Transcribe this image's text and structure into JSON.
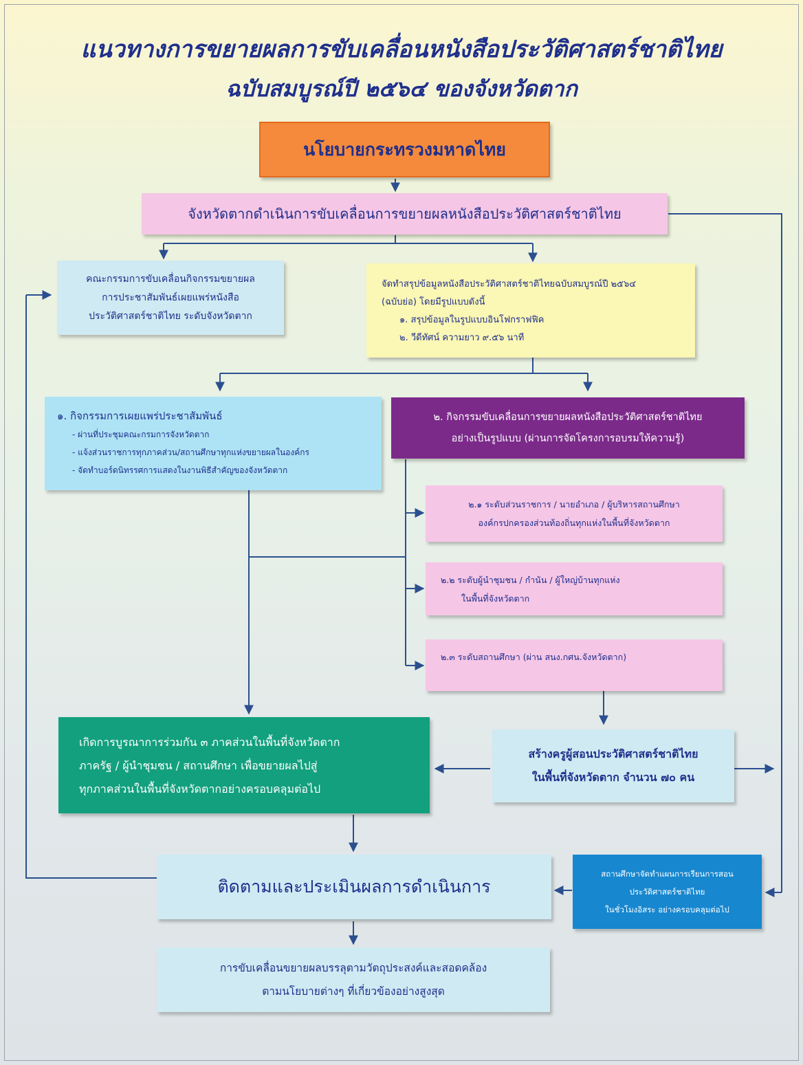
{
  "title": {
    "line1": "แนวทางการขยายผลการขับเคลื่อนหนังสือประวัติศาสตร์ชาติไทย",
    "line2": "ฉบับสมบูรณ์ปี ๒๕๖๔ ของจังหวัดตาก"
  },
  "nodes": {
    "policy": {
      "text": "นโยบายกระทรวงมหาดไทย"
    },
    "province": {
      "text": "จังหวัดตากดำเนินการขับเคลื่อนการขยายผลหนังสือประวัติศาสตร์ชาติไทย"
    },
    "committee": {
      "lines": [
        "คณะกรรมการขับเคลื่อนกิจกรรมขยายผล",
        "การประชาสัมพันธ์เผยแพร่หนังสือ",
        "ประวัติศาสตร์ชาติไทย ระดับจังหวัดตาก"
      ]
    },
    "summary": {
      "lines": [
        "จัดทำสรุปข้อมูลหนังสือประวัติศาสตร์ชาติไทยฉบับสมบูรณ์ปี ๒๕๖๔",
        "(ฉบับย่อ) โดยมีรูปแบบดังนี้",
        "๑. สรุปข้อมูลในรูปแบบอินโฟกราฟฟิค",
        "๒. วีดีทัศน์ ความยาว ๙.๕๖ นาที"
      ]
    },
    "pr": {
      "title": "๑. กิจกรรมการเผยแพร่ประชาสัมพันธ์",
      "lines": [
        "- ผ่านที่ประชุมคณะกรมการจังหวัดตาก",
        "- แจ้งส่วนราชการทุกภาคส่วน/สถานศึกษาทุกแห่งขยายผลในองค์กร",
        "- จัดทำบอร์ดนิทรรศการแสดงในงานพิธีสำคัญของจังหวัดตาก"
      ]
    },
    "formal": {
      "lines": [
        "๒. กิจกรรมขับเคลื่อนการขยายผลหนังสือประวัติศาสตร์ชาติไทย",
        "อย่างเป็นรูปแบบ (ผ่านการจัดโครงการอบรมให้ความรู้)"
      ]
    },
    "level1": {
      "lines": [
        "๒.๑ ระดับส่วนราชการ / นายอำเภอ / ผู้บริหารสถานศึกษา",
        "องค์กรปกครองส่วนท้องถิ่นทุกแห่งในพื้นที่จังหวัดตาก"
      ]
    },
    "level2": {
      "lines": [
        "๒.๒ ระดับผู้นำชุมชน / กำนัน / ผู้ใหญ่บ้านทุกแห่ง",
        "ในพื้นที่จังหวัดตาก"
      ]
    },
    "level3": {
      "lines": [
        "๒.๓ ระดับสถานศึกษา (ผ่าน สนง.กศน.จังหวัดตาก)"
      ]
    },
    "integration": {
      "lines": [
        "เกิดการบูรณาการร่วมกัน ๓ ภาคส่วนในพื้นที่จังหวัดตาก",
        "ภาครัฐ / ผู้นำชุมชน / สถานศึกษา เพื่อขยายผลไปสู่",
        "ทุกภาคส่วนในพื้นที่จังหวัดตากอย่างครอบคลุมต่อไป"
      ]
    },
    "teachers": {
      "lines": [
        "สร้างครูผู้สอนประวัติศาสตร์ชาติไทย",
        "ในพื้นที่จังหวัดตาก จำนวน ๗๐ คน"
      ]
    },
    "monitor": {
      "text": "ติดตามและประเมินผลการดำเนินการ"
    },
    "school_plan": {
      "lines": [
        "สถานศึกษาจัดทำแผนการเรียนการสอน",
        "ประวัติศาสตร์ชาติไทย",
        "ในชั่วโมงอิสระ อย่างครอบคลุมต่อไป"
      ]
    },
    "outcome": {
      "lines": [
        "การขับเคลื่อนขยายผลบรรลุตามวัตถุประสงค์และสอดคล้อง",
        "ตามนโยบายต่างๆ ที่เกี่ยวข้องอย่างสูงสุด"
      ]
    }
  },
  "colors": {
    "title": "#1e2f8c",
    "policy_fill": "#f58a3c",
    "pink_fill": "#f6c6e6",
    "light_blue_fill": "#cfeaf2",
    "yellow_fill": "#fbf7b4",
    "sky_fill": "#aee3f5",
    "purple_fill": "#7b2a8a",
    "green_fill": "#13a07e",
    "blue_fill": "#1787cf",
    "connector": "#2b4f8f"
  }
}
